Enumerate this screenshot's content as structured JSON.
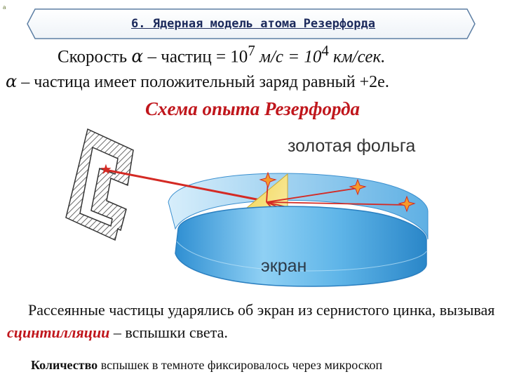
{
  "corner_mark": "a",
  "title": "6. Ядерная модель атома Резерфорда",
  "speed": {
    "prefix": "Скорость",
    "alpha": "α",
    "middle": "– частиц = 10",
    "exp1": "7",
    "unit1": " м/с = 10",
    "exp2": "4",
    "unit2": " км/сек."
  },
  "charge": {
    "alpha": "α",
    "text": " – частица имеет положительный заряд равный +2e."
  },
  "scheme_title": "Схема опыта Резерфорда",
  "diagram": {
    "foil_label": "золотая фольга",
    "screen_label": "экран",
    "colors": {
      "screen": "#3a9ad8",
      "screen_light": "#8fcbef",
      "foil": "#f4dd64",
      "beam": "#d42a24",
      "source_hatch": "#444444"
    }
  },
  "paragraph1": {
    "part1": "Рассеянные частицы ударялись об экран из сернистого цинка, вызывая ",
    "highlight": "сцинтилляции",
    "part2": " – вспышки света."
  },
  "paragraph2": {
    "bold": "Количество",
    "rest": " вспышек в темноте фиксировалось через микроскоп"
  }
}
